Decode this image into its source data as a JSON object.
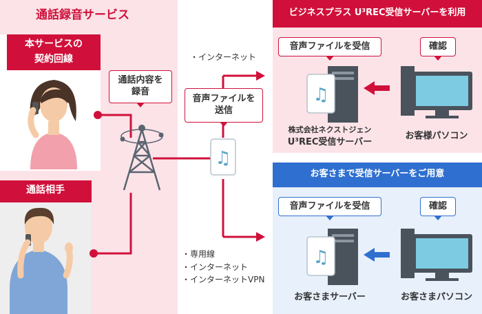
{
  "left": {
    "title": "通話録音サービス",
    "contract_label_line1": "本サービスの",
    "contract_label_line2": "契約回線",
    "partner_label": "通話相手",
    "record_callout_line1": "通話内容を",
    "record_callout_line2": "録音"
  },
  "network": {
    "internet_label": "・インターネット",
    "send_callout_line1": "音声ファイルを",
    "send_callout_line2": "送信",
    "options": [
      "・専用線",
      "・インターネット",
      "・インターネットVPN"
    ]
  },
  "top_right": {
    "header": "ビジネスプラス U³REC受信サーバーを利用",
    "receive_callout": "音声ファイルを受信",
    "confirm_callout": "確認",
    "server_label_line1": "株式会社ネクストジェン",
    "server_label_line2": "U³REC受信サーバー",
    "pc_label": "お客様パソコン"
  },
  "bottom_right": {
    "header": "お客さまで受信サーバーをご用意",
    "receive_callout": "音声ファイルを受信",
    "confirm_callout": "確認",
    "server_label": "お客さまサーバー",
    "pc_label": "お客さまパソコン"
  },
  "colors": {
    "red": "#d0103a",
    "pink_bg": "#fbe3e8",
    "gray_bg": "#eeeeee",
    "blue": "#2f6fcf",
    "blue_bg": "#e8f0fb"
  }
}
